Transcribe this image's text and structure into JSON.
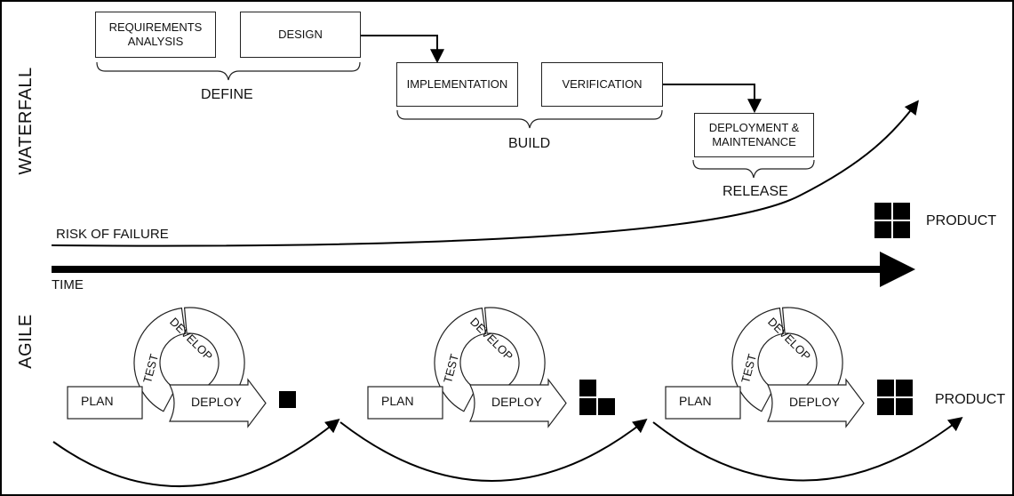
{
  "waterfall": {
    "section_label": "WATERFALL",
    "stages": {
      "requirements": "REQUIREMENTS ANALYSIS",
      "design": "DESIGN",
      "implementation": "IMPLEMENTATION",
      "verification": "VERIFICATION",
      "deployment": "DEPLOYMENT & MAINTENANCE"
    },
    "groups": {
      "define": "DEFINE",
      "build": "BUILD",
      "release": "RELEASE"
    },
    "risk_label": "RISK OF FAILURE",
    "product_label": "PRODUCT"
  },
  "timeline": {
    "label": "TIME"
  },
  "agile": {
    "section_label": "AGILE",
    "cycle": {
      "plan": "PLAN",
      "test": "TEST",
      "develop": "DEVELOP",
      "deploy": "DEPLOY"
    },
    "iterations": [
      {
        "product_squares": 1
      },
      {
        "product_squares": 3
      },
      {
        "product_squares": 4
      }
    ],
    "product_label": "PRODUCT"
  }
}
